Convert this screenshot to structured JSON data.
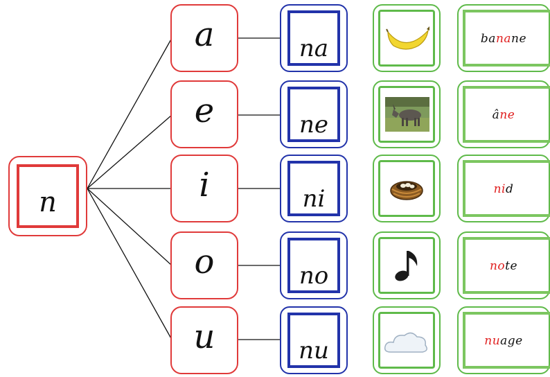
{
  "consonant": "n",
  "vowels": [
    "a",
    "e",
    "i",
    "o",
    "u"
  ],
  "syllables": [
    "na",
    "ne",
    "ni",
    "no",
    "nu"
  ],
  "pictures": [
    "banana-picture",
    "donkey-picture",
    "nest-picture",
    "music-note-picture",
    "cloud-picture"
  ],
  "words": [
    {
      "pre": "ba",
      "hl": "na",
      "post": "ne"
    },
    {
      "pre": "â",
      "hl": "ne",
      "post": ""
    },
    {
      "pre": "",
      "hl": "ni",
      "post": "d"
    },
    {
      "pre": "",
      "hl": "no",
      "post": "te"
    },
    {
      "pre": "",
      "hl": "nu",
      "post": "age"
    }
  ],
  "colors": {
    "red": "#e03a3a",
    "blue": "#2233aa",
    "green": "#5fba4a",
    "highlight": "#e02020"
  }
}
